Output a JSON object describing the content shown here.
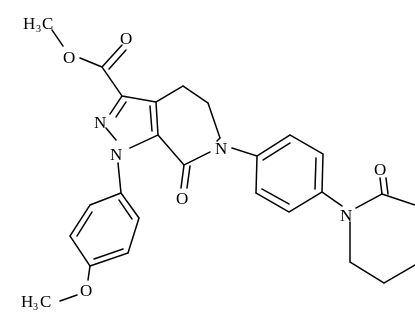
{
  "molecule": {
    "atoms": {
      "methyl_ester_C": "C",
      "methyl_ester_H": "H",
      "methyl_ester_H_count": "3",
      "ester_O_single": "O",
      "ester_O_double": "O",
      "pyrazole_N2": "N",
      "pyrazole_N1": "N",
      "lactam_O": "O",
      "lactam_N": "N",
      "piperidinone_O": "O",
      "piperidinone_N": "N",
      "methoxy_O": "O",
      "methoxy_H": "H",
      "methoxy_H_count": "3",
      "methoxy_C": "C"
    },
    "colors": {
      "ink": "#000000",
      "background": "#ffffff"
    }
  }
}
